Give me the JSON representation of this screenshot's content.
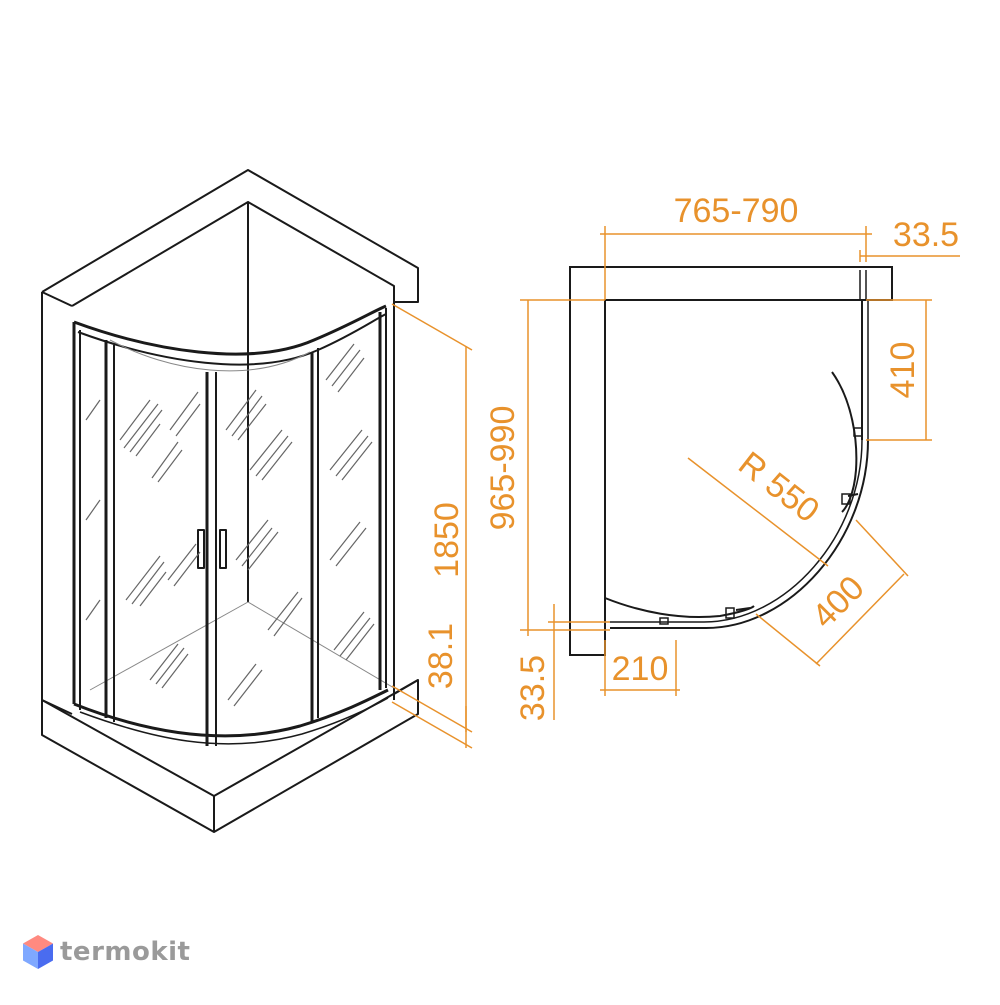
{
  "colors": {
    "line": "#1a1a1a",
    "thin": "#555555",
    "dimension": "#e8922c",
    "brand_text": "#9a9a9a",
    "logo_top": "#ff8a80",
    "logo_left": "#7fa8ff",
    "logo_right": "#4a6cf0"
  },
  "dimensions": {
    "width_range": "765-790",
    "wall_offset_top": "33.5",
    "door_depth": "410",
    "depth_range": "965-990",
    "radius": "R 550",
    "height": "1850",
    "tray_height": "38.1",
    "wall_offset_bottom": "33.5",
    "fixed_panel": "210",
    "door_width": "400"
  },
  "brand": {
    "name": "termokit",
    "logo_icon": "hexagon-cube-icon"
  }
}
